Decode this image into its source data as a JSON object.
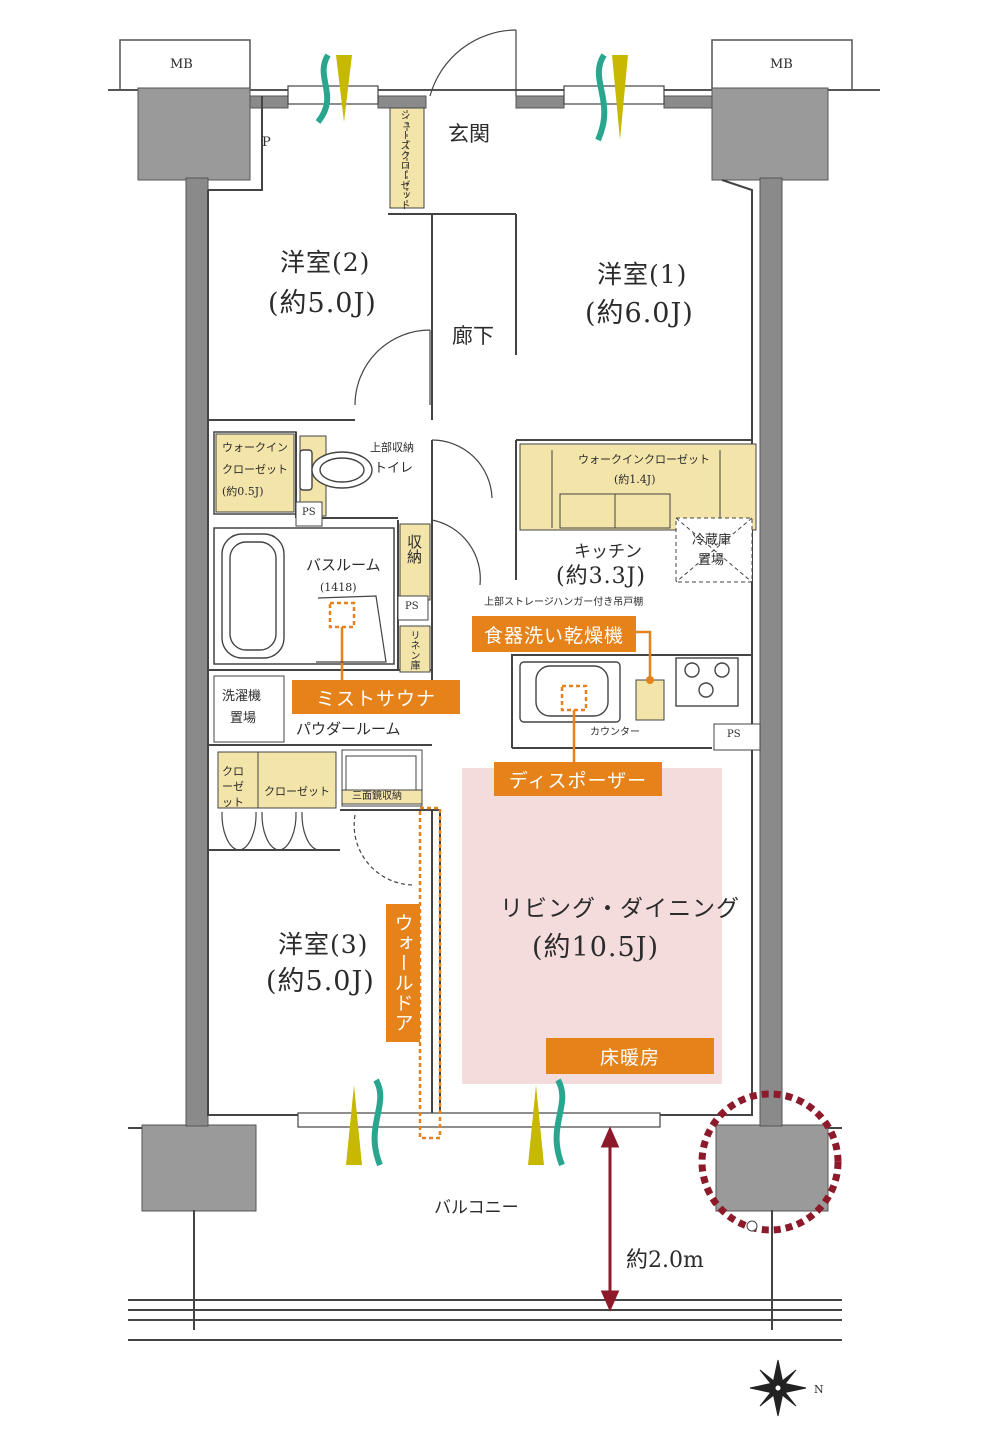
{
  "colors": {
    "wall": "#8a8a8a",
    "column": "#9a9a9a",
    "storage_fill": "#f3e4a9",
    "feature_orange": "#e5821a",
    "floor_heating_pink": "#f4dcdc",
    "dimension_red": "#8c1a2b",
    "vent_green": "#2aa68e",
    "vent_olive": "#c7b800"
  },
  "icons": [
    "compass-icon",
    "vent-icon",
    "sink-icon",
    "stove-icon",
    "bathtub-icon",
    "toilet-icon",
    "washer-icon"
  ],
  "labels": {
    "mb_left": "MB",
    "mb_right": "MB",
    "p": "P",
    "genkan": "玄関",
    "shoes_closet": "シューズクローゼット",
    "room2_name": "洋室(2)",
    "room2_size": "(約5.0J)",
    "room1_name": "洋室(1)",
    "room1_size": "(約6.0J)",
    "corridor": "廊下",
    "wic_left_1": "ウォークイン",
    "wic_left_2": "クローゼット",
    "wic_left_size": "(約0.5J)",
    "upper_storage": "上部収納",
    "toilet": "トイレ",
    "ps_1": "PS",
    "ps_2": "PS",
    "ps_3": "PS",
    "wic_right": "ウォークインクローゼット",
    "wic_right_size": "(約1.4J)",
    "fridge_1": "冷蔵庫",
    "fridge_2": "置場",
    "kitchen_name": "キッチン",
    "kitchen_size": "(約3.3J)",
    "bathroom": "バスルーム",
    "bath_size": "(1418)",
    "shuno": "収納",
    "linen": "リネン庫",
    "upper_hanger": "上部ストレージハンガー付き吊戸棚",
    "washer_1": "洗濯機",
    "washer_2": "置場",
    "powder": "パウダールーム",
    "counter": "カウンター",
    "closet_small": "クローゼット",
    "closet": "クローゼット",
    "mirror": "三面鏡収納",
    "ldk_name": "リビング・ダイニング",
    "ldk_size": "(約10.5J)",
    "room3_name": "洋室(3)",
    "room3_size": "(約5.0J)",
    "balcony": "バルコニー",
    "dimension": "約2.0m",
    "compass_n": "N"
  },
  "features": {
    "dish_dryer": "食器洗い乾燥機",
    "mist_sauna": "ミストサウナ",
    "disposer": "ディスポーザー",
    "wall_door": "ウォールドア",
    "floor_heating": "床暖房"
  }
}
